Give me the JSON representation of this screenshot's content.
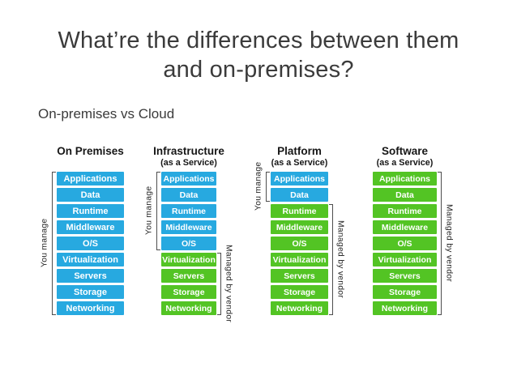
{
  "slide": {
    "title_line1": "What’re the differences between them",
    "title_line2": "and on-premises?",
    "subtitle": "On-premises vs Cloud"
  },
  "diagram": {
    "layers": [
      "Applications",
      "Data",
      "Runtime",
      "Middleware",
      "O/S",
      "Virtualization",
      "Servers",
      "Storage",
      "Networking"
    ],
    "legend": {
      "you_manage": "You manage",
      "vendor_managed": "Managed by vendor"
    },
    "colors": {
      "you_manage_fill": "#27A9E0",
      "vendor_fill": "#53C424"
    },
    "columns": [
      {
        "title": "On Premises",
        "subtitle": "",
        "you_manage_layers": 9,
        "vendor_layers": 0
      },
      {
        "title": "Infrastructure",
        "subtitle": "(as a Service)",
        "you_manage_layers": 5,
        "vendor_layers": 4
      },
      {
        "title": "Platform",
        "subtitle": "(as a Service)",
        "you_manage_layers": 2,
        "vendor_layers": 7
      },
      {
        "title": "Software",
        "subtitle": "(as a Service)",
        "you_manage_layers": 0,
        "vendor_layers": 9
      }
    ]
  }
}
